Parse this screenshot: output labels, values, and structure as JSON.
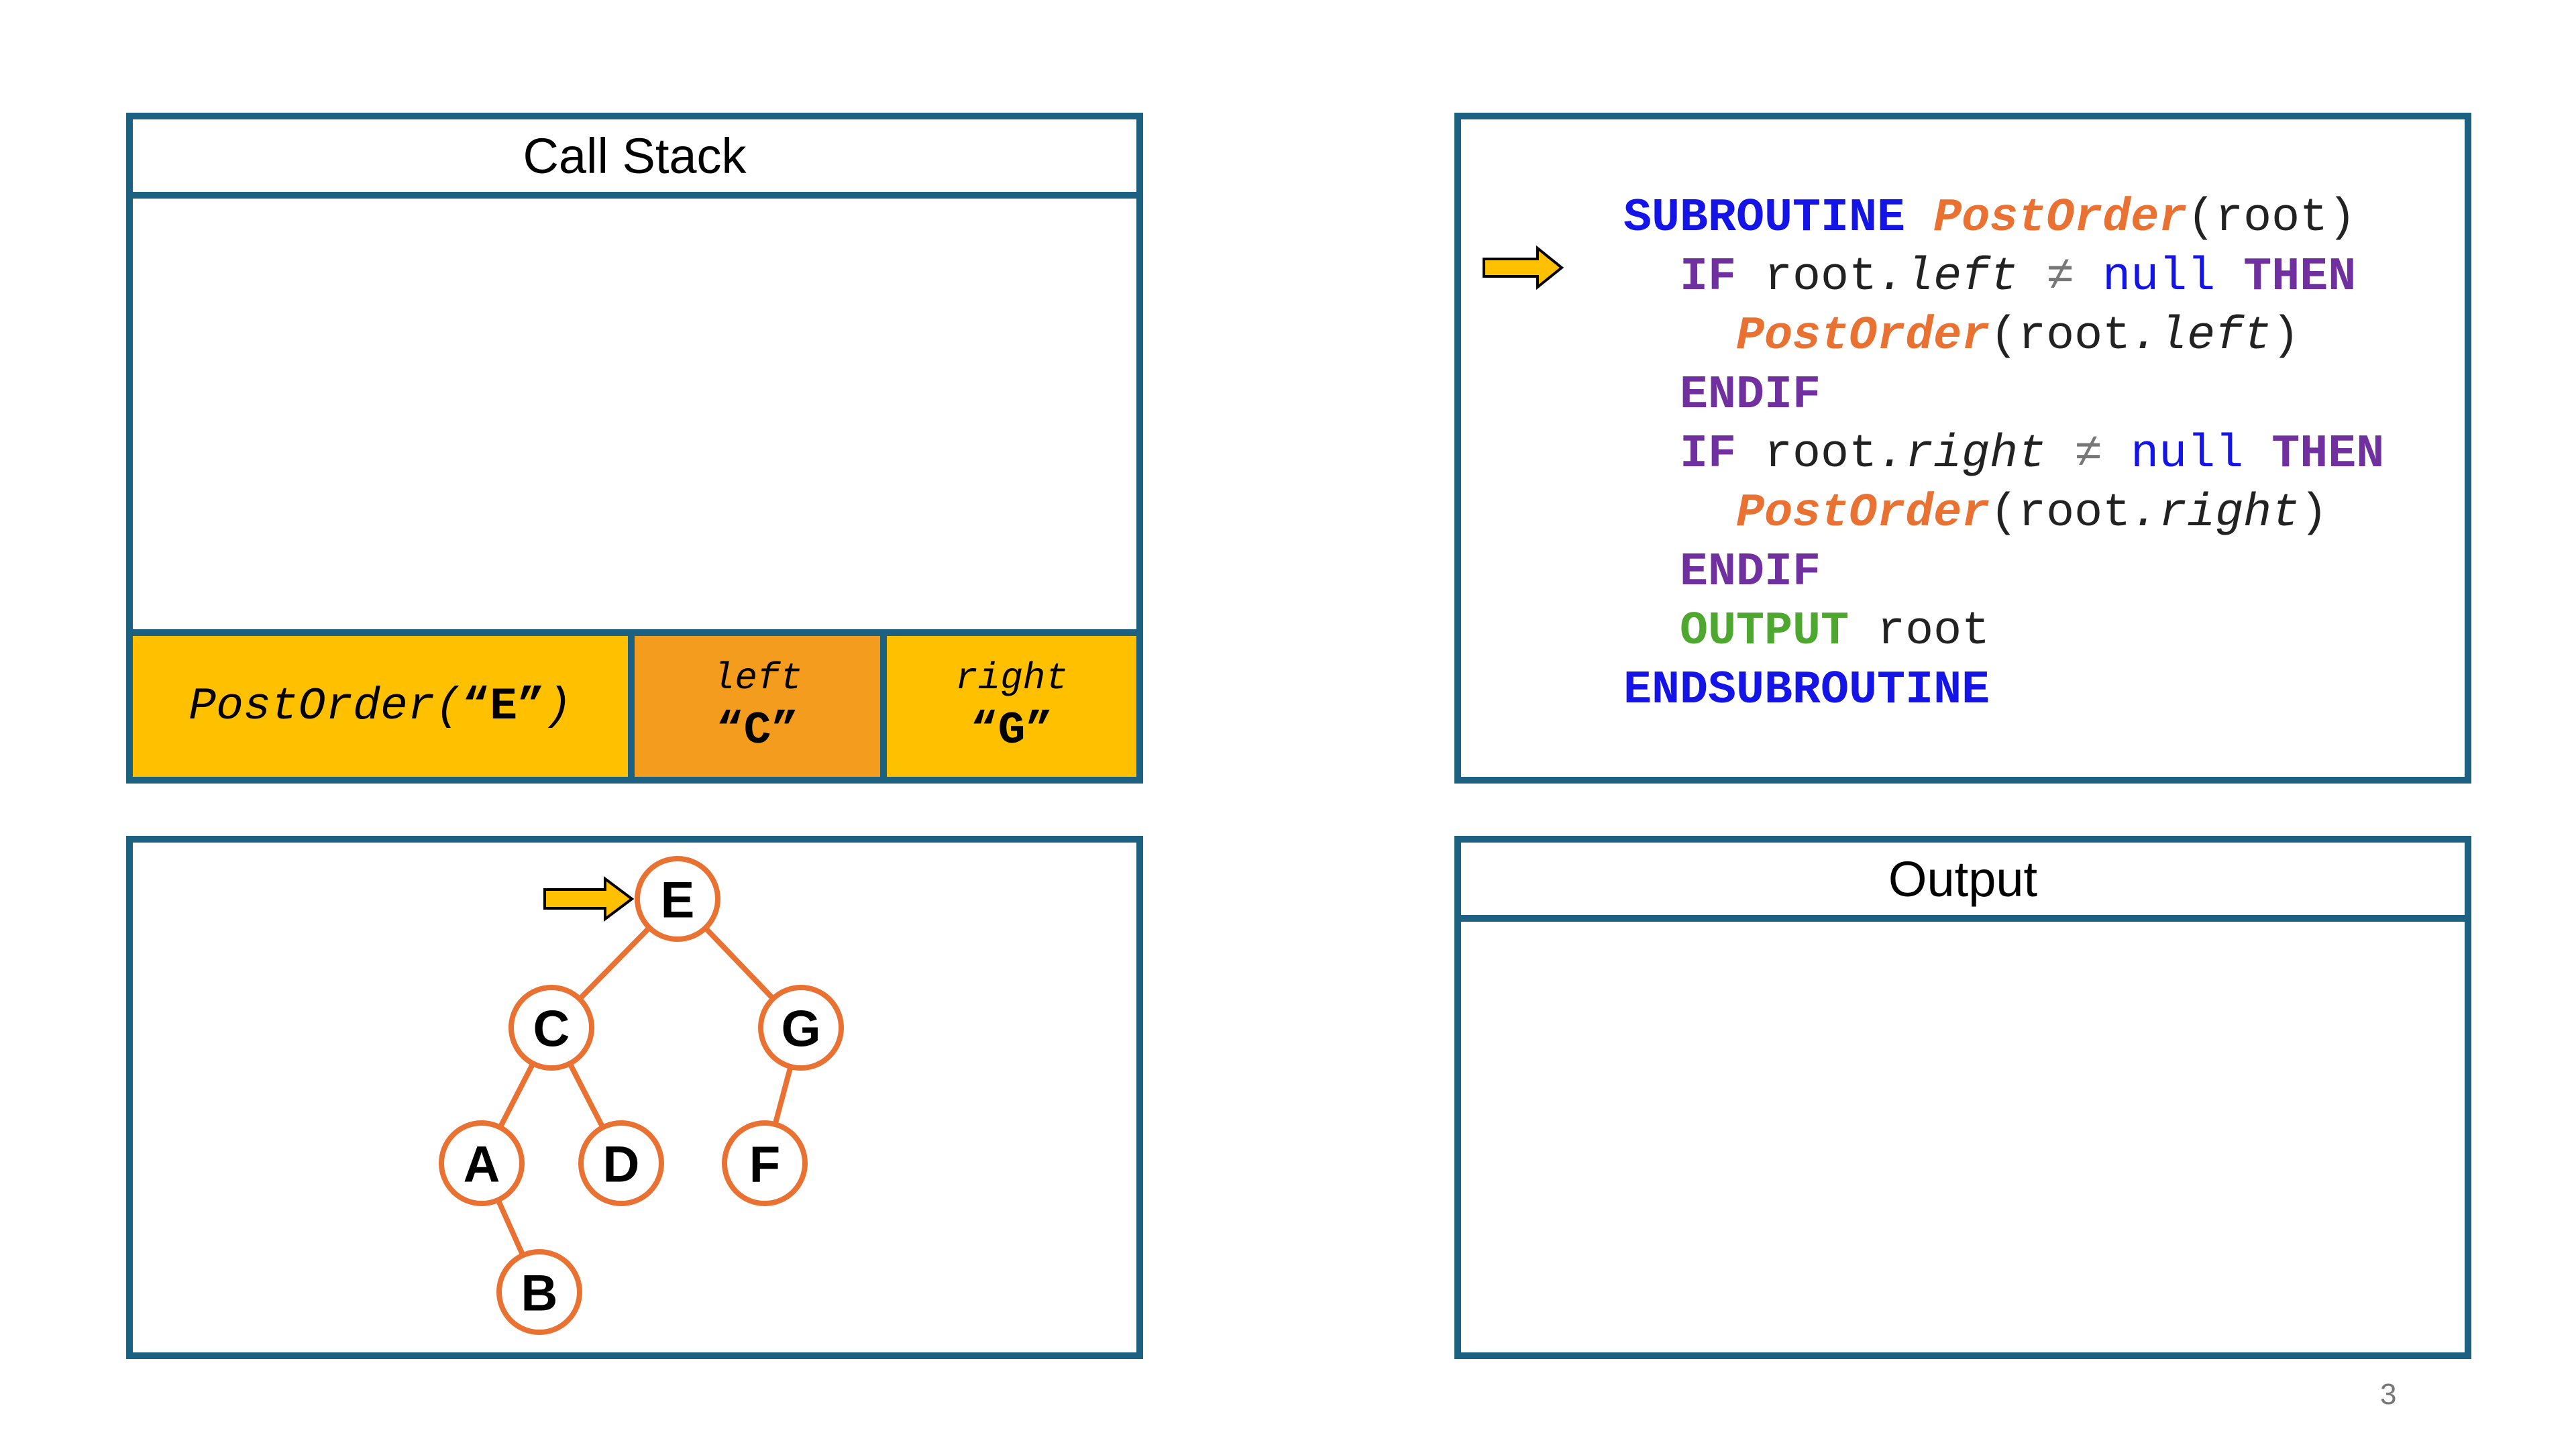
{
  "call_stack": {
    "title": "Call Stack",
    "frames": [
      {
        "call_prefix": "PostOrder(",
        "call_arg": "“E”",
        "call_suffix": ")",
        "vars": [
          {
            "name": "left",
            "value": "“C”",
            "color": "#f39c1e"
          },
          {
            "name": "right",
            "value": "“G”",
            "color": "#ffc000"
          }
        ],
        "color": "#ffc000"
      }
    ]
  },
  "code": {
    "current_line_marker": "arrow-icon",
    "current_line_index": 1,
    "tokens": {
      "subroutine": "SUBROUTINE",
      "fn_name": "PostOrder",
      "param": "(root)",
      "if": "IF",
      "root": "root",
      "left": ".left",
      "right": ".right",
      "neq": "≠",
      "null": "null",
      "then": "THEN",
      "call_left_arg": "(root",
      "call_close": ")",
      "endif": "ENDIF",
      "output": "OUTPUT",
      "output_arg": "root",
      "endsubroutine": "ENDSUBROUTINE"
    }
  },
  "tree": {
    "current_node": "E",
    "pointer_icon": "arrow-icon",
    "nodes": {
      "E": "E",
      "C": "C",
      "G": "G",
      "A": "A",
      "D": "D",
      "F": "F",
      "B": "B"
    },
    "node_color": "#e97132"
  },
  "output": {
    "title": "Output",
    "items": []
  },
  "colors": {
    "border": "#1d6182",
    "frame_gold": "#ffc000",
    "frame_orange": "#f39c1e",
    "keyword_blue": "#1414e6",
    "keyword_purple": "#7030a0",
    "keyword_green": "#4ea72e",
    "function_orange": "#e97132",
    "arrow_fill": "#ffc000"
  },
  "page_number": "3"
}
